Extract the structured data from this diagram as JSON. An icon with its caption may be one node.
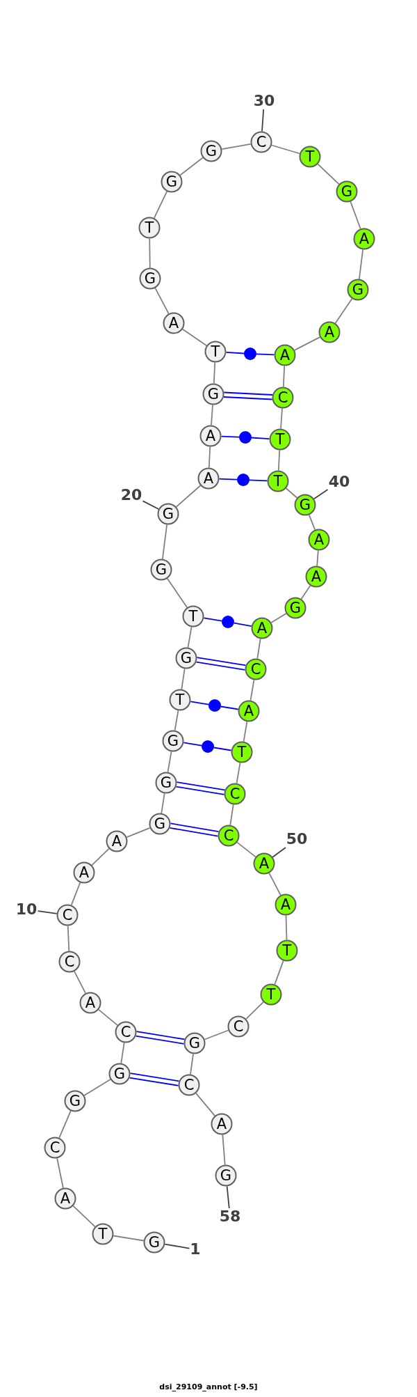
{
  "diagram": {
    "caption": "dsi_29109_annot [-9.5]",
    "nodes": [
      {
        "text": [
          "G"
        ]
      },
      {
        "text": [
          "T"
        ]
      },
      {
        "text": [
          "A"
        ]
      },
      {
        "text": [
          "C"
        ]
      },
      {
        "text": [
          "G"
        ]
      },
      {
        "text": [
          "G"
        ]
      },
      {
        "text": [
          "C"
        ]
      },
      {
        "text": [
          "A"
        ]
      },
      {
        "text": [
          "C"
        ]
      },
      {
        "text": [
          "C"
        ]
      },
      {
        "text": [
          "A"
        ]
      },
      {
        "text": [
          "A"
        ]
      },
      {
        "text": [
          "G"
        ]
      },
      {
        "text": [
          "G"
        ]
      },
      {
        "text": [
          "G"
        ]
      },
      {
        "text": [
          "T"
        ]
      },
      {
        "text": [
          "G"
        ]
      },
      {
        "text": [
          "T"
        ]
      },
      {
        "text": [
          "G"
        ]
      },
      {
        "text": [
          "G"
        ]
      },
      {
        "text": [
          "A"
        ]
      },
      {
        "text": [
          "A"
        ]
      },
      {
        "text": [
          "G"
        ]
      },
      {
        "text": [
          "T"
        ]
      },
      {
        "text": [
          "A"
        ]
      },
      {
        "text": [
          "G"
        ]
      },
      {
        "text": [
          "T"
        ]
      },
      {
        "text": [
          "G"
        ]
      },
      {
        "text": [
          "G"
        ]
      },
      {
        "text": [
          "C"
        ]
      },
      {
        "text": [
          "T"
        ]
      },
      {
        "text": [
          "G"
        ]
      },
      {
        "text": [
          "A"
        ]
      },
      {
        "text": [
          "G"
        ]
      },
      {
        "text": [
          "A"
        ]
      },
      {
        "text": [
          "A"
        ]
      },
      {
        "text": [
          "C"
        ]
      },
      {
        "text": [
          "T"
        ]
      },
      {
        "text": [
          "T"
        ]
      },
      {
        "text": [
          "G"
        ]
      },
      {
        "text": [
          "A"
        ]
      },
      {
        "text": [
          "A"
        ]
      },
      {
        "text": [
          "G"
        ]
      },
      {
        "text": [
          "A"
        ]
      },
      {
        "text": [
          "C"
        ]
      },
      {
        "text": [
          "A"
        ]
      },
      {
        "text": [
          "T"
        ]
      },
      {
        "text": [
          "C"
        ]
      },
      {
        "text": [
          "C"
        ]
      },
      {
        "text": [
          "A"
        ]
      },
      {
        "text": [
          "A"
        ]
      },
      {
        "text": [
          "T"
        ]
      },
      {
        "text": [
          "T"
        ]
      },
      {
        "text": [
          "C"
        ]
      },
      {
        "text": [
          "G"
        ]
      },
      {
        "text": [
          "C"
        ]
      },
      {
        "text": [
          "A"
        ]
      },
      {
        "text": [
          "G"
        ]
      },
      {
        "text": [
          "1"
        ]
      },
      {
        "text": [
          "10"
        ]
      },
      {
        "text": [
          "20"
        ]
      },
      {
        "text": [
          "30"
        ]
      },
      {
        "text": [
          "40"
        ]
      },
      {
        "text": [
          "50"
        ]
      },
      {
        "text": [
          "58"
        ]
      },
      {
        "text": [],
        "shape": "circle"
      },
      {
        "text": [],
        "shape": "circle"
      },
      {
        "text": [],
        "shape": "circle"
      },
      {
        "text": [],
        "shape": "circle"
      },
      {
        "text": [],
        "shape": "circle"
      },
      {
        "text": [],
        "shape": "circle"
      }
    ],
    "edges": [
      {
        "from": 0,
        "to": 1,
        "arrow": "none"
      },
      {
        "from": 1,
        "to": 2,
        "arrow": "none"
      },
      {
        "from": 2,
        "to": 3,
        "arrow": "none"
      },
      {
        "from": 3,
        "to": 4,
        "arrow": "none"
      },
      {
        "from": 4,
        "to": 5,
        "arrow": "none"
      },
      {
        "from": 5,
        "to": 6,
        "arrow": "none"
      },
      {
        "from": 6,
        "to": 7,
        "arrow": "none"
      },
      {
        "from": 7,
        "to": 8,
        "arrow": "none"
      },
      {
        "from": 8,
        "to": 9,
        "arrow": "none"
      },
      {
        "from": 9,
        "to": 10,
        "arrow": "none"
      },
      {
        "from": 10,
        "to": 11,
        "arrow": "none"
      },
      {
        "from": 11,
        "to": 12,
        "arrow": "none"
      },
      {
        "from": 12,
        "to": 13,
        "arrow": "none"
      },
      {
        "from": 13,
        "to": 14,
        "arrow": "none"
      },
      {
        "from": 14,
        "to": 15,
        "arrow": "none"
      },
      {
        "from": 15,
        "to": 16,
        "arrow": "none"
      },
      {
        "from": 16,
        "to": 17,
        "arrow": "none"
      },
      {
        "from": 17,
        "to": 18,
        "arrow": "none"
      },
      {
        "from": 18,
        "to": 19,
        "arrow": "none"
      },
      {
        "from": 19,
        "to": 20,
        "arrow": "none"
      },
      {
        "from": 20,
        "to": 21,
        "arrow": "none"
      },
      {
        "from": 21,
        "to": 22,
        "arrow": "none"
      },
      {
        "from": 22,
        "to": 23,
        "arrow": "none"
      },
      {
        "from": 23,
        "to": 24,
        "arrow": "none"
      },
      {
        "from": 24,
        "to": 25,
        "arrow": "none"
      },
      {
        "from": 25,
        "to": 26,
        "arrow": "none"
      },
      {
        "from": 26,
        "to": 27,
        "arrow": "none"
      },
      {
        "from": 27,
        "to": 28,
        "arrow": "none"
      },
      {
        "from": 28,
        "to": 29,
        "arrow": "none"
      },
      {
        "from": 29,
        "to": 30,
        "arrow": "none"
      },
      {
        "from": 30,
        "to": 31,
        "arrow": "none"
      },
      {
        "from": 31,
        "to": 32,
        "arrow": "none"
      },
      {
        "from": 32,
        "to": 33,
        "arrow": "none"
      },
      {
        "from": 33,
        "to": 34,
        "arrow": "none"
      },
      {
        "from": 34,
        "to": 35,
        "arrow": "none"
      },
      {
        "from": 35,
        "to": 36,
        "arrow": "none"
      },
      {
        "from": 36,
        "to": 37,
        "arrow": "none"
      },
      {
        "from": 37,
        "to": 38,
        "arrow": "none"
      },
      {
        "from": 38,
        "to": 39,
        "arrow": "none"
      },
      {
        "from": 39,
        "to": 40,
        "arrow": "none"
      },
      {
        "from": 40,
        "to": 41,
        "arrow": "none"
      },
      {
        "from": 41,
        "to": 42,
        "arrow": "none"
      },
      {
        "from": 42,
        "to": 43,
        "arrow": "none"
      },
      {
        "from": 43,
        "to": 44,
        "arrow": "none"
      },
      {
        "from": 44,
        "to": 45,
        "arrow": "none"
      },
      {
        "from": 45,
        "to": 46,
        "arrow": "none"
      },
      {
        "from": 46,
        "to": 47,
        "arrow": "none"
      },
      {
        "from": 47,
        "to": 48,
        "arrow": "none"
      },
      {
        "from": 48,
        "to": 49,
        "arrow": "none"
      },
      {
        "from": 49,
        "to": 50,
        "arrow": "none"
      },
      {
        "from": 50,
        "to": 51,
        "arrow": "none"
      },
      {
        "from": 51,
        "to": 52,
        "arrow": "none"
      },
      {
        "from": 52,
        "to": 53,
        "arrow": "none"
      },
      {
        "from": 53,
        "to": 54,
        "arrow": "none"
      },
      {
        "from": 54,
        "to": 55,
        "arrow": "none"
      },
      {
        "from": 55,
        "to": 56,
        "arrow": "none"
      },
      {
        "from": 56,
        "to": 57,
        "arrow": "none"
      },
      {
        "from": 23,
        "to": 65,
        "arrow": "none",
        "color": "#0000ff"
      },
      {
        "from": 65,
        "to": 35,
        "arrow": "none",
        "color": "#0000ff"
      },
      {
        "from": 22,
        "to": 36,
        "arrow": "none",
        "color": "#0000ff"
      },
      {
        "from": 22,
        "to": 36,
        "arrow": "none",
        "color": "#0000ff"
      },
      {
        "from": 21,
        "to": 66,
        "arrow": "none",
        "color": "#0000ff"
      },
      {
        "from": 66,
        "to": 37,
        "arrow": "none",
        "color": "#0000ff"
      },
      {
        "from": 20,
        "to": 67,
        "arrow": "none",
        "color": "#0000ff"
      },
      {
        "from": 67,
        "to": 38,
        "arrow": "none",
        "color": "#0000ff"
      },
      {
        "from": 17,
        "to": 68,
        "arrow": "none",
        "color": "#0000ff"
      },
      {
        "from": 68,
        "to": 43,
        "arrow": "none",
        "color": "#0000ff"
      },
      {
        "from": 16,
        "to": 44,
        "arrow": "none",
        "color": "#0000ff"
      },
      {
        "from": 16,
        "to": 44,
        "arrow": "none",
        "color": "#0000ff"
      },
      {
        "from": 15,
        "to": 69,
        "arrow": "none",
        "color": "#0000ff"
      },
      {
        "from": 69,
        "to": 45,
        "arrow": "none",
        "color": "#0000ff"
      },
      {
        "from": 14,
        "to": 70,
        "arrow": "none",
        "color": "#0000ff"
      },
      {
        "from": 70,
        "to": 46,
        "arrow": "none",
        "color": "#0000ff"
      },
      {
        "from": 13,
        "to": 47,
        "arrow": "none",
        "color": "#0000ff"
      },
      {
        "from": 13,
        "to": 47,
        "arrow": "none",
        "color": "#0000ff"
      },
      {
        "from": 12,
        "to": 48,
        "arrow": "none",
        "color": "#0000ff"
      },
      {
        "from": 12,
        "to": 48,
        "arrow": "none",
        "color": "#0000ff"
      },
      {
        "from": 6,
        "to": 54,
        "arrow": "none",
        "color": "#0000ff"
      },
      {
        "from": 6,
        "to": 54,
        "arrow": "none",
        "color": "#0000ff"
      },
      {
        "from": 5,
        "to": 55,
        "arrow": "none",
        "color": "#0000ff"
      },
      {
        "from": 5,
        "to": 55,
        "arrow": "none",
        "color": "#0000ff"
      },
      {
        "from": 58,
        "to": 0,
        "arrow": "none",
        "color": "#404040"
      },
      {
        "from": 59,
        "to": 9,
        "arrow": "none",
        "color": "#404040"
      },
      {
        "from": 60,
        "to": 19,
        "arrow": "none",
        "color": "#404040"
      },
      {
        "from": 61,
        "to": 29,
        "arrow": "none",
        "color": "#404040"
      },
      {
        "from": 62,
        "to": 39,
        "arrow": "none",
        "color": "#404040"
      },
      {
        "from": 63,
        "to": 49,
        "arrow": "none",
        "color": "#404040"
      },
      {
        "from": 64,
        "to": 57,
        "arrow": "none",
        "color": "#404040"
      }
    ]
  }
}
